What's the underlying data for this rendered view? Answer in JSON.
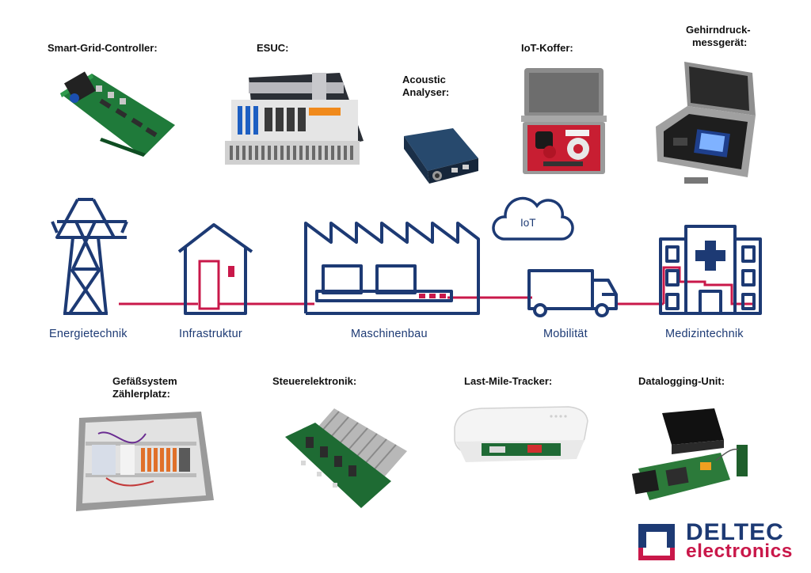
{
  "products_top": [
    {
      "label_line1": "Smart-Grid-Controller:",
      "label_line2": ""
    },
    {
      "label_line1": "ESUC:",
      "label_line2": ""
    },
    {
      "label_line1": "Acoustic",
      "label_line2": "Analyser:"
    },
    {
      "label_line1": "IoT-Koffer:",
      "label_line2": ""
    },
    {
      "label_line1": "Gehirndruck-",
      "label_line2": "messgerät:"
    }
  ],
  "categories": [
    {
      "label": "Energietechnik",
      "icon": "power-pylon-icon"
    },
    {
      "label": "Infrastruktur",
      "icon": "house-icon"
    },
    {
      "label": "Maschinenbau",
      "icon": "factory-icon"
    },
    {
      "label": "Mobilität",
      "icon": "truck-icon"
    },
    {
      "label": "Medizintechnik",
      "icon": "hospital-icon"
    }
  ],
  "cloud_label": "IoT",
  "products_bottom": [
    {
      "label_line1": "Gefäßsystem",
      "label_line2": "Zählerplatz:"
    },
    {
      "label_line1": "Steuerelektronik:",
      "label_line2": ""
    },
    {
      "label_line1": "Last-Mile-Tracker:",
      "label_line2": ""
    },
    {
      "label_line1": "Datalogging-Unit:",
      "label_line2": ""
    }
  ],
  "logo": {
    "line1": "DELTEC",
    "line2": "electronics"
  },
  "colors": {
    "navy": "#1d3a74",
    "accent": "#c9184a"
  }
}
